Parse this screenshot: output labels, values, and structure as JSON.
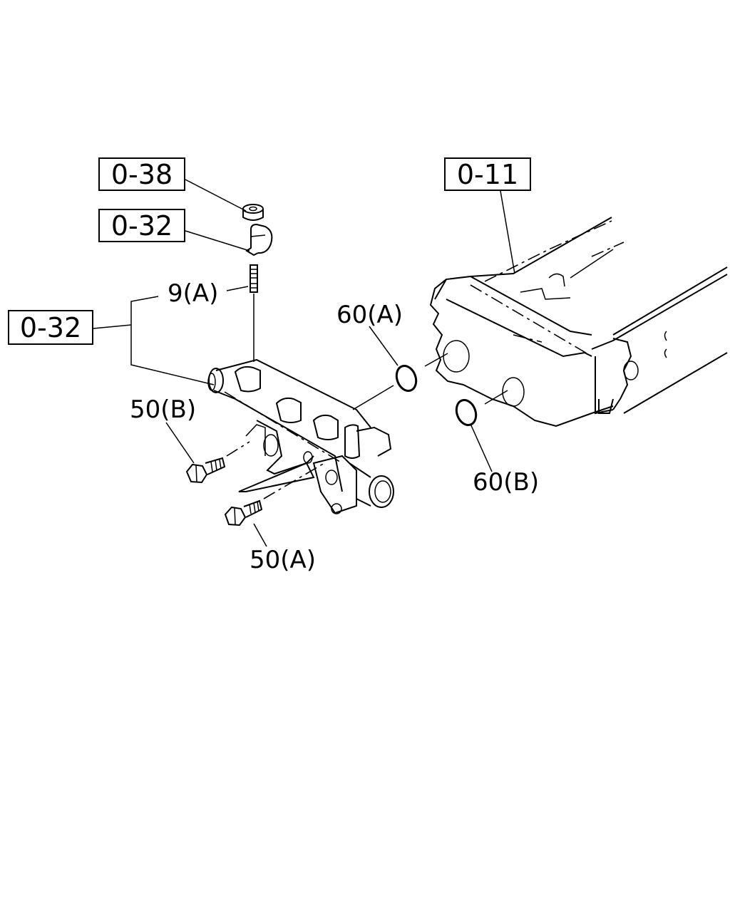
{
  "diagram": {
    "reference_boxes": {
      "ref_top_left_1": "0-38",
      "ref_top_left_2": "0-32",
      "ref_left": "0-32",
      "ref_right": "0-11"
    },
    "part_labels": {
      "stud": "9(A)",
      "oring_a": "60(A)",
      "oring_b": "60(B)",
      "bolt_b": "50(B)",
      "bolt_a": "50(A)"
    }
  }
}
